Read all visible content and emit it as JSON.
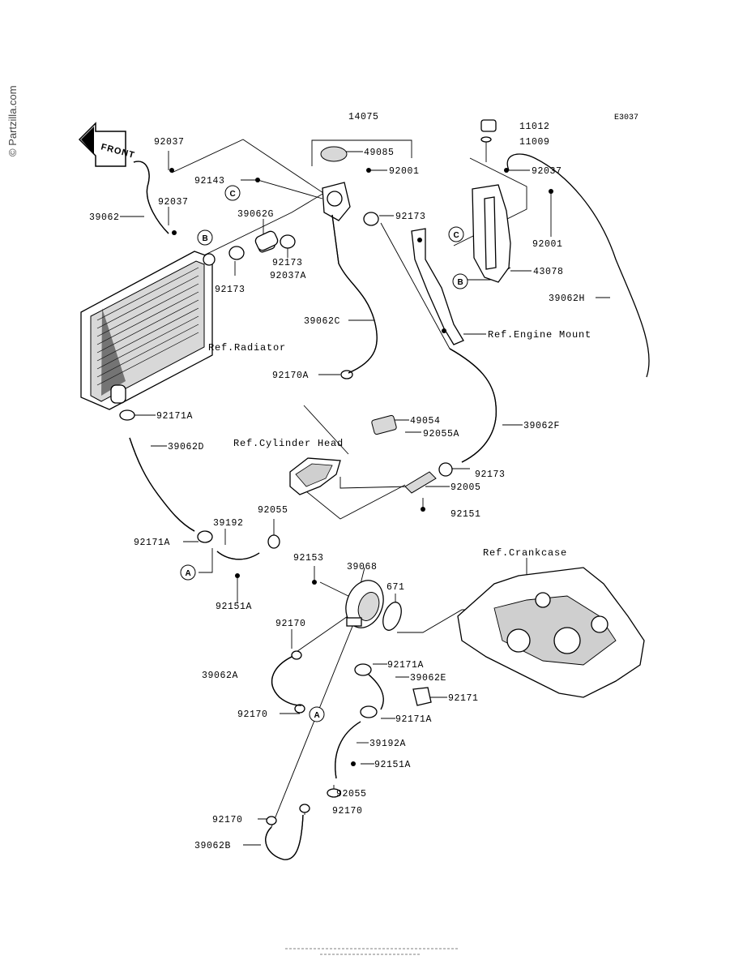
{
  "watermark": "© Partzilla.com",
  "diagram_code": "E3037",
  "front_label": "FRONT",
  "labels": {
    "l14075": "14075",
    "l49085": "49085",
    "l92001a": "92001",
    "l92037a": "92037",
    "l92143": "92143",
    "l92037b": "92037",
    "l39062": "39062",
    "l39062G": "39062G",
    "l92173a": "92173",
    "l92173b": "92173",
    "l92037A": "92037A",
    "l92173c": "92173",
    "l11012": "11012",
    "l11009": "11009",
    "l92037c": "92037",
    "l92001b": "92001",
    "l43078": "43078",
    "l39062H": "39062H",
    "l39062C": "39062C",
    "l92170A": "92170A",
    "l92171Aa": "92171A",
    "l39062D": "39062D",
    "l49054": "49054",
    "l92055A": "92055A",
    "l39062F": "39062F",
    "l92173d": "92173",
    "l92005": "92005",
    "l92151": "92151",
    "l92055a": "92055",
    "l39192": "39192",
    "l92171Ab": "92171A",
    "l92151A": "92151A",
    "l92153": "92153",
    "l39068": "39068",
    "l671": "671",
    "l92170a": "92170",
    "l39062A": "39062A",
    "l92171Ac": "92171A",
    "l39062E": "39062E",
    "l92171": "92171",
    "l92170b": "92170",
    "l92171Ad": "92171A",
    "l39192A": "39192A",
    "l92151Ab": "92151A",
    "l92055b": "92055",
    "l92170c": "92170",
    "l92170d": "92170",
    "l39062B": "39062B"
  },
  "refs": {
    "radiator": "Ref.Radiator",
    "engine_mount": "Ref.Engine Mount",
    "cylinder_head": "Ref.Cylinder Head",
    "crankcase": "Ref.Crankcase"
  },
  "markers": {
    "a": "A",
    "b": "B",
    "c": "C"
  }
}
